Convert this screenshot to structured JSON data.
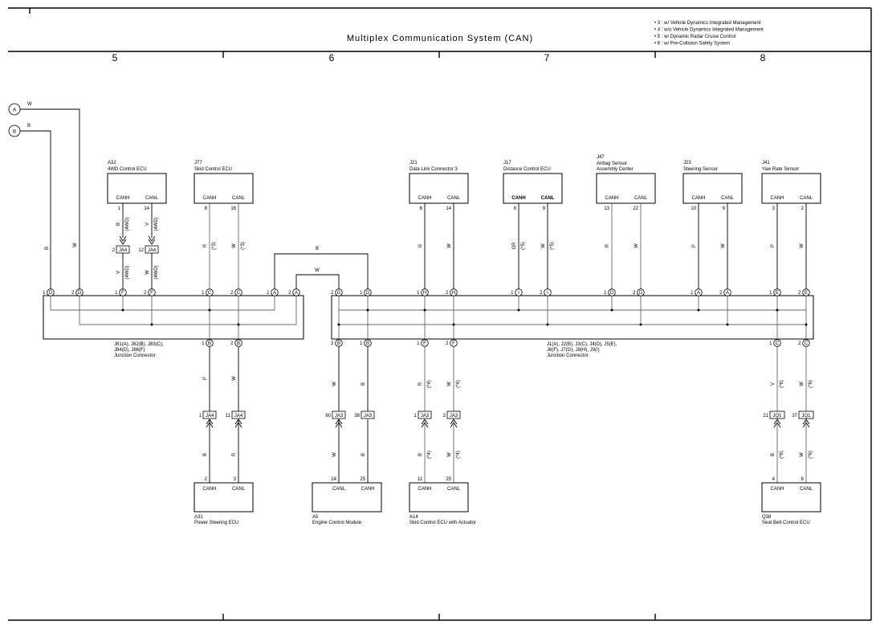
{
  "title": "Multiplex Communication System (CAN)",
  "notes": [
    "• 3 : w/ Vehicle Dynamics Integrated Management",
    "• 4 : w/o Vehicle Dynamics Integrated Management",
    "• 5 : w/ Dynamic Radar Cruise Control",
    "• 6 : w/ Pre-Collision Safety System"
  ],
  "zones": [
    "5",
    "6",
    "7",
    "8"
  ],
  "inputs": [
    {
      "id": "A",
      "wire": "W"
    },
    {
      "id": "B",
      "wire": "B"
    }
  ],
  "top_ecus": [
    {
      "code": "A32",
      "name": "4WD Control ECU",
      "pins": [
        "CANH",
        "CANL"
      ],
      "nums": [
        "1",
        "14"
      ]
    },
    {
      "code": "J77",
      "name": "Skid Control ECU",
      "pins": [
        "CANH",
        "CANL"
      ],
      "nums": [
        "8",
        "16"
      ]
    },
    {
      "code": "J21",
      "name": "Data Link Connector 3",
      "pins": [
        "CANH",
        "CANL"
      ],
      "nums": [
        "6",
        "14"
      ]
    },
    {
      "code": "J17",
      "name": "Distance Control ECU",
      "pins": [
        "CANH",
        "CANL"
      ],
      "nums": [
        "8",
        "9"
      ]
    },
    {
      "code": "J47",
      "name": "Airbag Sensor\nAssembly Center",
      "pins": [
        "CANH",
        "CANL"
      ],
      "nums": [
        "13",
        "22"
      ]
    },
    {
      "code": "J23",
      "name": "Steering Sensor",
      "pins": [
        "CANH",
        "CANL"
      ],
      "nums": [
        "10",
        "9"
      ]
    },
    {
      "code": "J41",
      "name": "Yaw Rate Sensor",
      "pins": [
        "CANH",
        "CANL"
      ],
      "nums": [
        "3",
        "2"
      ]
    }
  ],
  "bottom_ecus": [
    {
      "code": "A31",
      "name": "Power Steering ECU",
      "pins": [
        "CANH",
        "CANL"
      ],
      "nums": [
        "2",
        "3"
      ]
    },
    {
      "code": "A5",
      "name": "Engine Control Module",
      "pins": [
        "CANL",
        "CANH"
      ],
      "nums": [
        "24",
        "25"
      ]
    },
    {
      "code": "A14",
      "name": "Skid Control ECU with Actuator",
      "pins": [
        "CANH",
        "CANL"
      ],
      "nums": [
        "11",
        "25"
      ]
    },
    {
      "code": "Q38",
      "name": "Seat Belt Control ECU",
      "pins": [
        "CANH",
        "CANL"
      ],
      "nums": [
        "4",
        "6"
      ]
    }
  ],
  "junctions": [
    {
      "label": "J81(A), J82(B), J83(C),\nJ84(D), J86(F)\nJunction Connector"
    },
    {
      "label": "J1(A), J2(B), J3(C), J4(D), J5(E),\nJ6(F), J7(G), J8(H), J9(I)\nJunction Connector"
    }
  ],
  "jconn_top": [
    {
      "num": "1",
      "letter": "D"
    },
    {
      "num": "2",
      "letter": "D"
    },
    {
      "num": "1",
      "letter": "F"
    },
    {
      "num": "2",
      "letter": "F"
    },
    {
      "num": "1",
      "letter": "C"
    },
    {
      "num": "2",
      "letter": "C"
    },
    {
      "num": "1",
      "letter": "A"
    },
    {
      "num": "2",
      "letter": "A"
    },
    {
      "num": "2",
      "letter": "G"
    },
    {
      "num": "1",
      "letter": "G"
    },
    {
      "num": "1",
      "letter": "H"
    },
    {
      "num": "2",
      "letter": "H"
    },
    {
      "num": "1",
      "letter": "I"
    },
    {
      "num": "2",
      "letter": "I"
    },
    {
      "num": "1",
      "letter": "D"
    },
    {
      "num": "2",
      "letter": "D"
    },
    {
      "num": "1",
      "letter": "A"
    },
    {
      "num": "2",
      "letter": "A"
    },
    {
      "num": "1",
      "letter": "E"
    },
    {
      "num": "2",
      "letter": "E"
    }
  ],
  "jconn_bottom": [
    {
      "num": "1",
      "letter": "B"
    },
    {
      "num": "2",
      "letter": "B"
    },
    {
      "num": "2",
      "letter": "B"
    },
    {
      "num": "1",
      "letter": "B"
    },
    {
      "num": "1",
      "letter": "F"
    },
    {
      "num": "2",
      "letter": "F"
    },
    {
      "num": "1",
      "letter": "C"
    },
    {
      "num": "2",
      "letter": "C"
    }
  ],
  "inline_top": [
    {
      "num": "2",
      "tag": "JA4"
    },
    {
      "num": "12",
      "tag": "JA4"
    }
  ],
  "inline_bottom": [
    {
      "num": "1",
      "tag": "JA4"
    },
    {
      "num": "11",
      "tag": "JA4"
    },
    {
      "num": "60",
      "tag": "JA3"
    },
    {
      "num": "38",
      "tag": "JA3"
    },
    {
      "num": "1",
      "tag": "JA3"
    },
    {
      "num": "2",
      "tag": "JA3"
    },
    {
      "num": "21",
      "tag": "JQ1"
    },
    {
      "num": "37",
      "tag": "JQ1"
    }
  ],
  "wire_colors": {
    "left_b": "B",
    "left_w": "W",
    "a32_h_up": "B",
    "a32_l_up": "V",
    "a32_h_dn": "V",
    "a32_l_dn": "W",
    "j77_h": "R",
    "j77_l": "W",
    "cross_b": "B",
    "cross_w": "W",
    "j21_h": "G",
    "j21_l": "W",
    "j17_h": "GR",
    "j17_l": "W",
    "j47_h": "R",
    "j47_l": "W",
    "j23_h": "P",
    "j23_l": "W",
    "j41_h": "P",
    "j41_l": "W",
    "a31_jh": "P",
    "a31_jl": "W",
    "a31_h": "B",
    "a31_l": "R",
    "a5_j1": "W",
    "a5_j2": "B",
    "a5_1": "W",
    "a5_2": "B",
    "a14_jh": "R",
    "a14_jl": "W",
    "a14_h": "B",
    "a14_l": "W",
    "q38_jh": "V",
    "q38_jl": "W",
    "q38_h": "B",
    "q38_l": "W"
  },
  "variant_marks": {
    "a32_1": "(4WD)",
    "a32_2": "(4WD)",
    "a32_3": "(4WD)",
    "a32_4": "(4WD)",
    "j77_1": "(*3)",
    "j77_2": "(*3)",
    "j17_1": "(*5)",
    "j17_2": "(*5)",
    "a14_1": "(*4)",
    "a14_2": "(*4)",
    "a14_3": "(*4)",
    "a14_4": "(*4)",
    "q38_1": "(*6)",
    "q38_2": "(*6)",
    "q38_3": "(*6)",
    "q38_4": "(*6)"
  }
}
